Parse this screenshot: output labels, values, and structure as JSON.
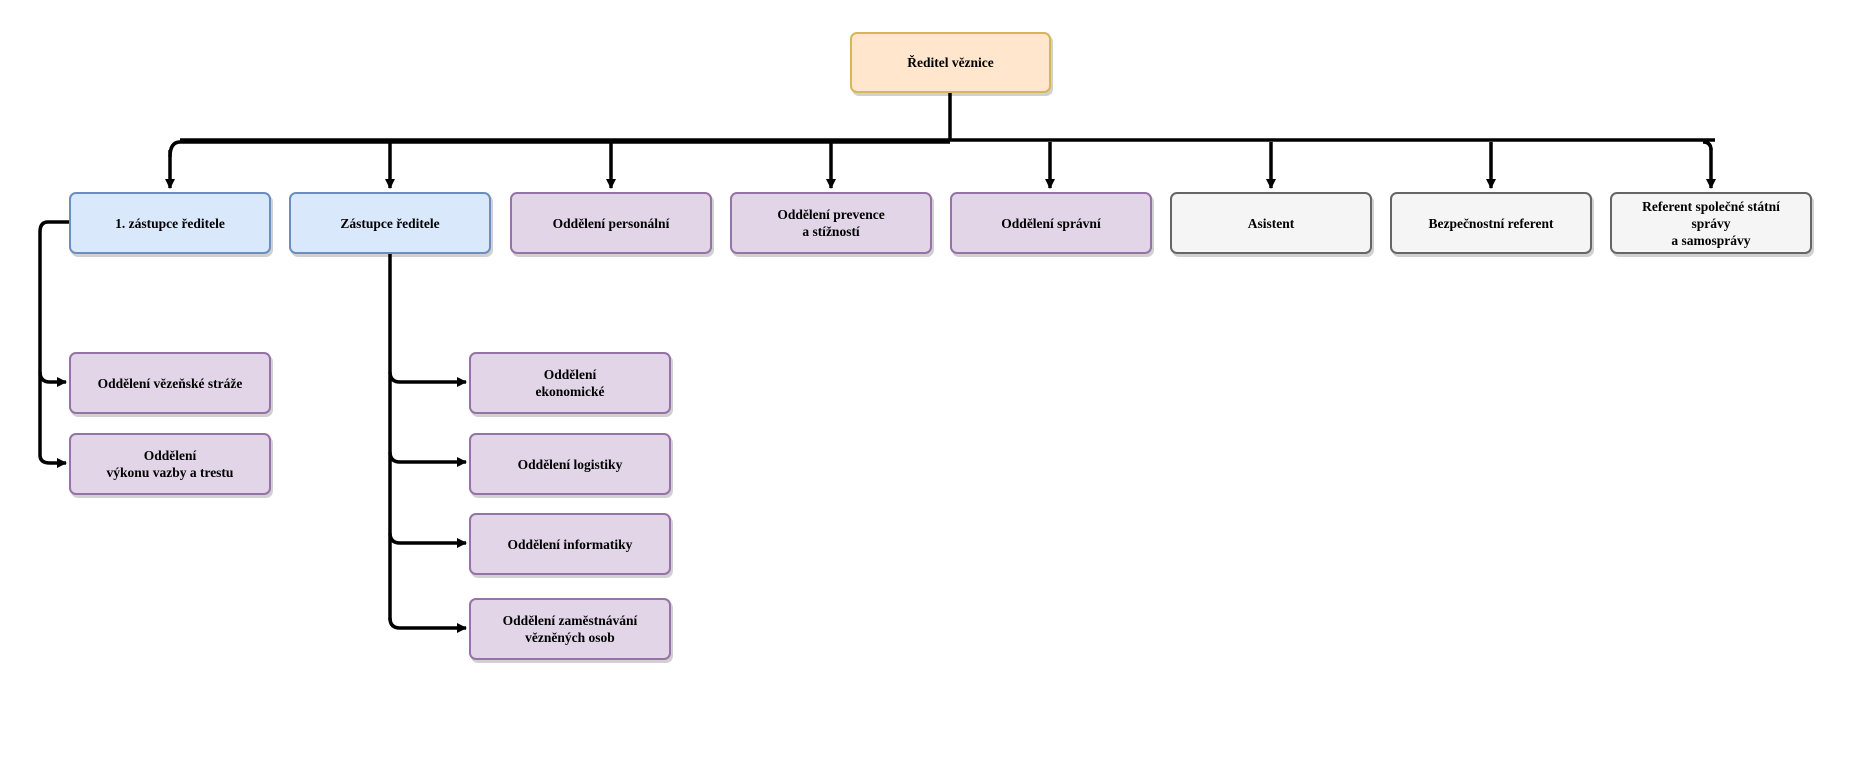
{
  "org_chart": {
    "root": {
      "label": "Ředitel věznice",
      "color": "#ffe6cc",
      "border": "#d6b656"
    },
    "level1": [
      {
        "id": "z1",
        "label": "1. zástupce ředitele",
        "style": "blue"
      },
      {
        "id": "z2",
        "label": "Zástupce ředitele",
        "style": "blue"
      },
      {
        "id": "pers",
        "label": "Oddělení personální",
        "style": "purple"
      },
      {
        "id": "prev",
        "label": "Oddělení prevence\na stížností",
        "style": "purple"
      },
      {
        "id": "spr",
        "label": "Oddělení správní",
        "style": "purple"
      },
      {
        "id": "asi",
        "label": "Asistent",
        "style": "gray"
      },
      {
        "id": "bez",
        "label": "Bezpečnostní referent",
        "style": "gray"
      },
      {
        "id": "ref",
        "label": "Referent společné státní\nsprávy\na samosprávy",
        "style": "gray"
      }
    ],
    "under_first_deputy": [
      {
        "id": "straz",
        "label": "Oddělení vězeňské stráže"
      },
      {
        "id": "vykon",
        "label": "Oddělení\nvýkonu vazby a trestu"
      }
    ],
    "under_deputy": [
      {
        "id": "ekon",
        "label": "Oddělení\nekonomické"
      },
      {
        "id": "log",
        "label": "Oddělení logistiky"
      },
      {
        "id": "inf",
        "label": "Oddělení informatiky"
      },
      {
        "id": "zam",
        "label": "Oddělení zaměstnávání\nvězněných osob"
      }
    ],
    "colors": {
      "blue_fill": "#dae8fc",
      "blue_border": "#6c8ebf",
      "purple_fill": "#e1d5e7",
      "purple_border": "#9673a6",
      "gray_fill": "#f5f5f5",
      "gray_border": "#666666",
      "connector": "#000000"
    }
  }
}
